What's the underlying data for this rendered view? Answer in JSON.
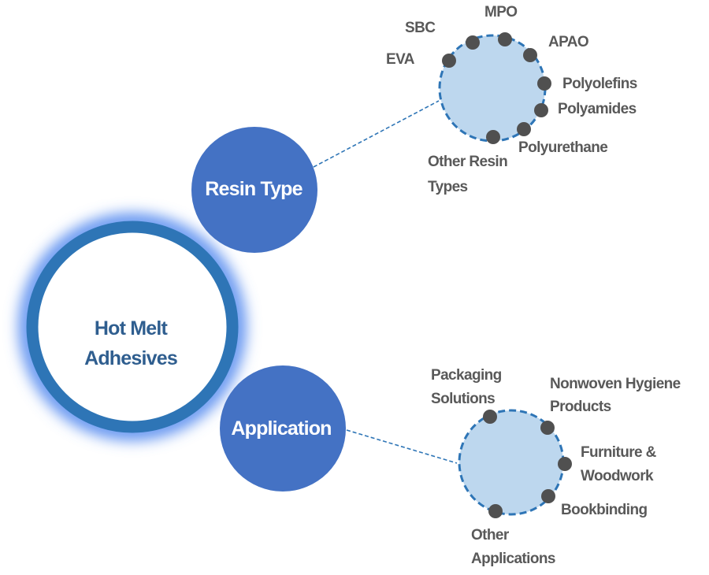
{
  "colors": {
    "ring": "#2E75B6",
    "glow": "#5B8FF0",
    "node_fill": "#4472C4",
    "detail_fill": "#BDD7EE",
    "detail_stroke": "#2E75B6",
    "dot": "#505050",
    "label": "#595959",
    "center_text": "#2F5E8F"
  },
  "center": {
    "line1": "Hot Melt",
    "line2": "Adhesives"
  },
  "branches": [
    {
      "label": "Resin Type",
      "items": [
        {
          "lines": [
            "EVA"
          ]
        },
        {
          "lines": [
            "SBC"
          ]
        },
        {
          "lines": [
            "MPO"
          ]
        },
        {
          "lines": [
            "APAO"
          ]
        },
        {
          "lines": [
            "Polyolefins"
          ]
        },
        {
          "lines": [
            "Polyamides"
          ]
        },
        {
          "lines": [
            "Polyurethane"
          ]
        },
        {
          "lines": [
            "Other Resin",
            "Types"
          ]
        }
      ]
    },
    {
      "label": "Application",
      "items": [
        {
          "lines": [
            "Packaging",
            "Solutions"
          ]
        },
        {
          "lines": [
            "Nonwoven Hygiene",
            "Products"
          ]
        },
        {
          "lines": [
            "Furniture &",
            "Woodwork"
          ]
        },
        {
          "lines": [
            "Bookbinding"
          ]
        },
        {
          "lines": [
            "Other",
            "Applications"
          ]
        }
      ]
    }
  ]
}
